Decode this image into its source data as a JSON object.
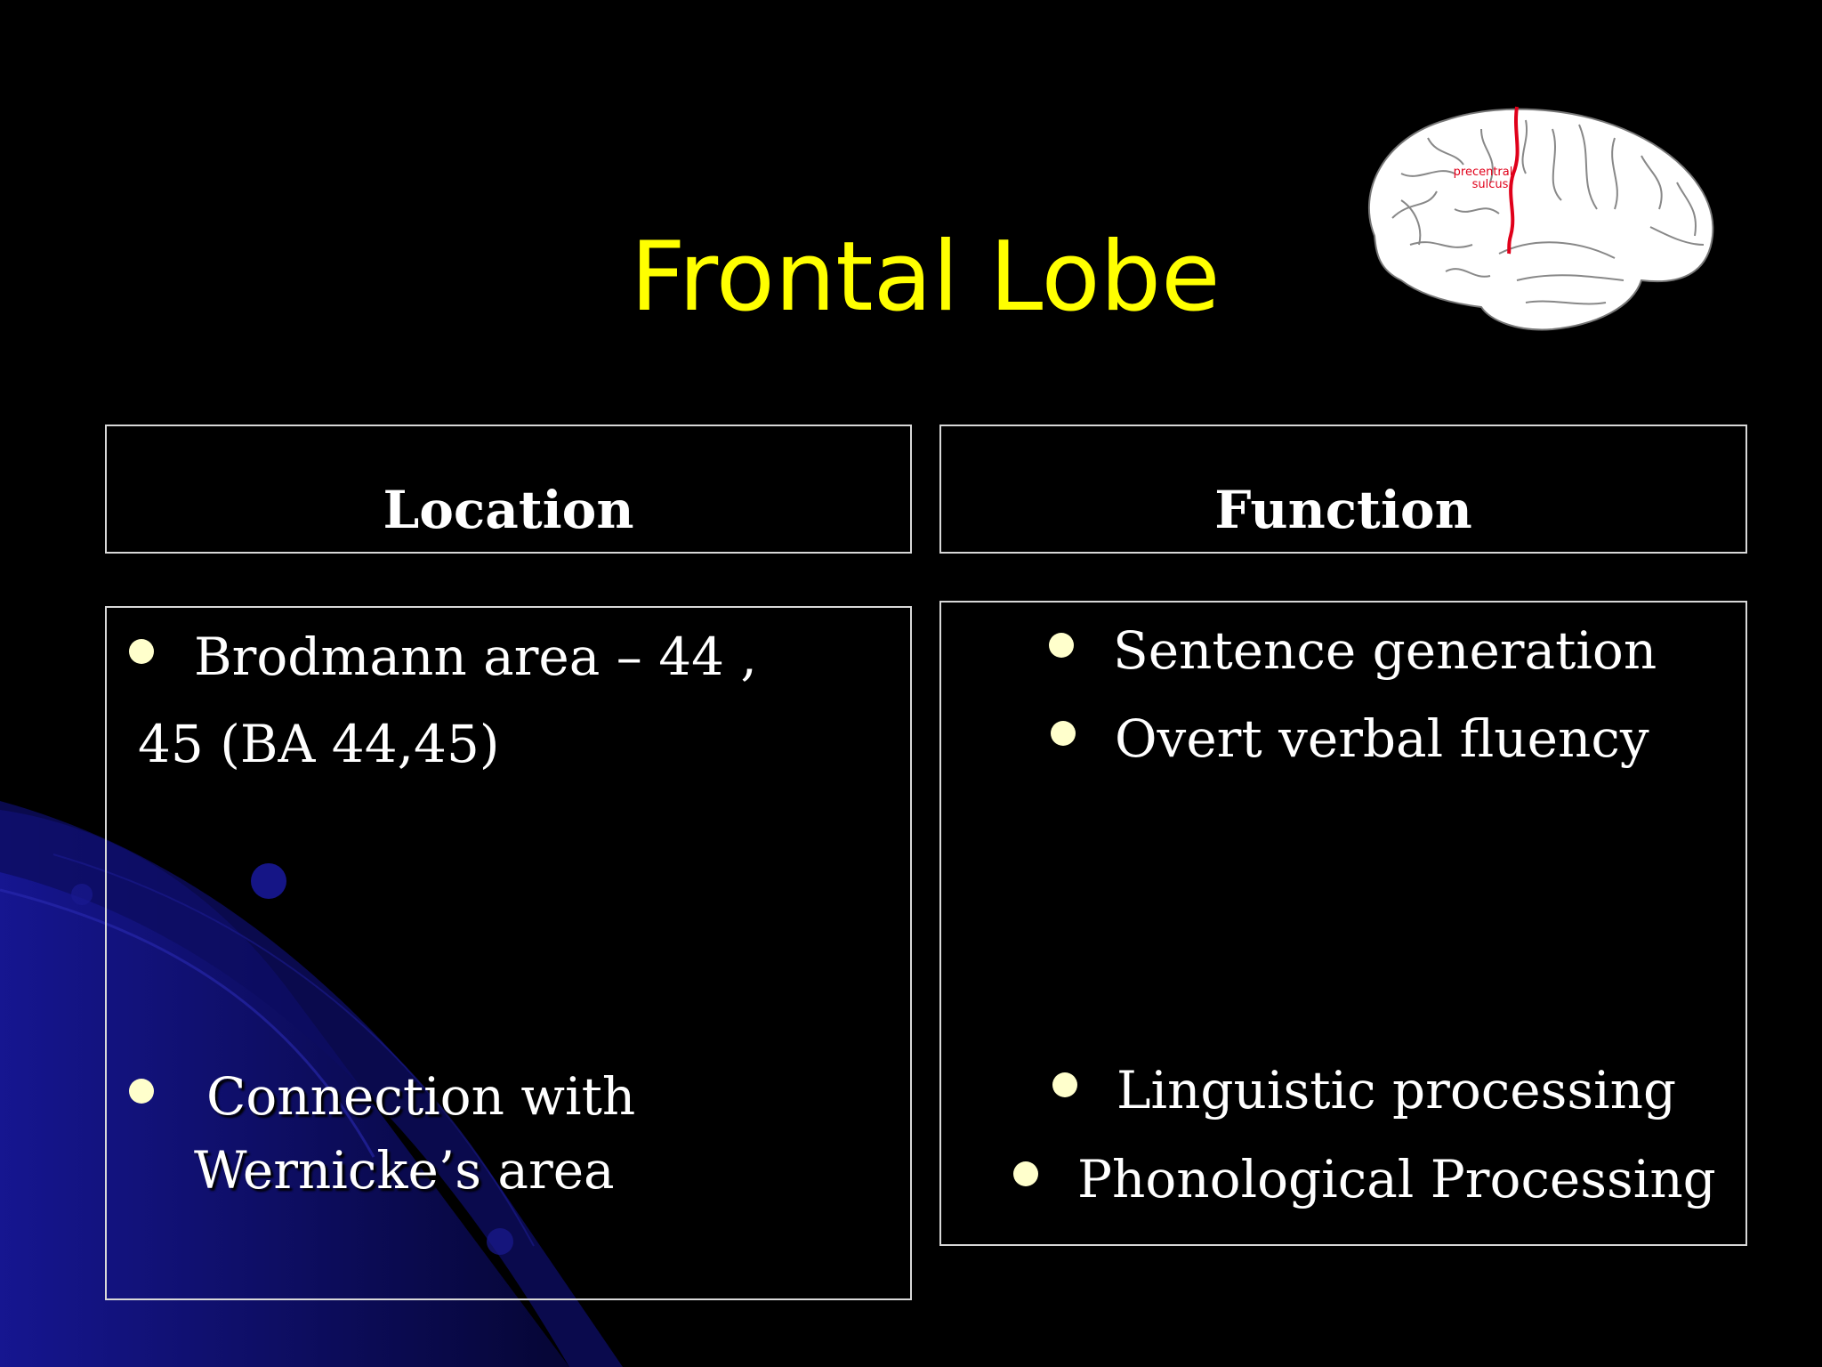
{
  "slide": {
    "title": "Frontal Lobe",
    "brain_label_line1": "precentral",
    "brain_label_line2": "sulcus"
  },
  "location": {
    "header": "Location",
    "bullet1_line1": "Brodmann area – 44 ,",
    "bullet1_line2": "45 (BA 44,45)",
    "bullet2_line1": "Connection with",
    "bullet2_line2": "Wernicke’s area"
  },
  "function": {
    "header": "Function",
    "items": [
      "Sentence generation",
      "Overt verbal fluency",
      "Linguistic processing",
      "Phonological Processing"
    ]
  },
  "colors": {
    "background": "#000000",
    "title": "#ffff00",
    "bullet": "#ffffcc",
    "swoosh": "#1a1aa8",
    "sulcus_line": "#e0001a"
  }
}
